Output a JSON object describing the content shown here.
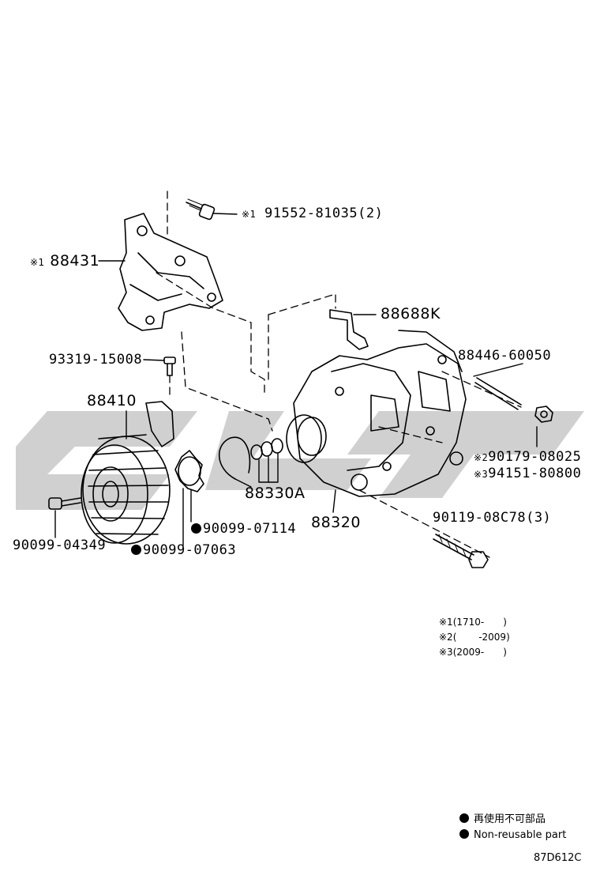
{
  "labels": {
    "bolt_top": {
      "mark": "※1",
      "text": "91552-81035(2)"
    },
    "bracket": {
      "mark": "※1",
      "text": "88431"
    },
    "clip": {
      "text": "88688K"
    },
    "screw_small": {
      "text": "93319-15008"
    },
    "stud": {
      "text": "88446-60050"
    },
    "clutch": {
      "text": "88410"
    },
    "nut_a": {
      "mark": "※2",
      "text": "90179-08025"
    },
    "nut_b": {
      "mark": "※3",
      "text": "94151-80800"
    },
    "snap_ring": {
      "text": "90099-07114"
    },
    "shim_set": {
      "text": "88330A"
    },
    "compressor": {
      "text": "88320"
    },
    "bolt_mount": {
      "text": "90119-08C78(3)"
    },
    "bolt_clutch": {
      "text": "90099-04349"
    },
    "gasket": {
      "text": "90099-07063"
    }
  },
  "notes": [
    {
      "mark": "※1",
      "text": "(1710-　　)"
    },
    {
      "mark": "※2",
      "text": "(　　 -2009)"
    },
    {
      "mark": "※3",
      "text": "(2009-　　)"
    }
  ],
  "legend": [
    {
      "text": "再使用不可部品"
    },
    {
      "text": "Non-reusable part"
    }
  ],
  "figure_code": "87D612C"
}
